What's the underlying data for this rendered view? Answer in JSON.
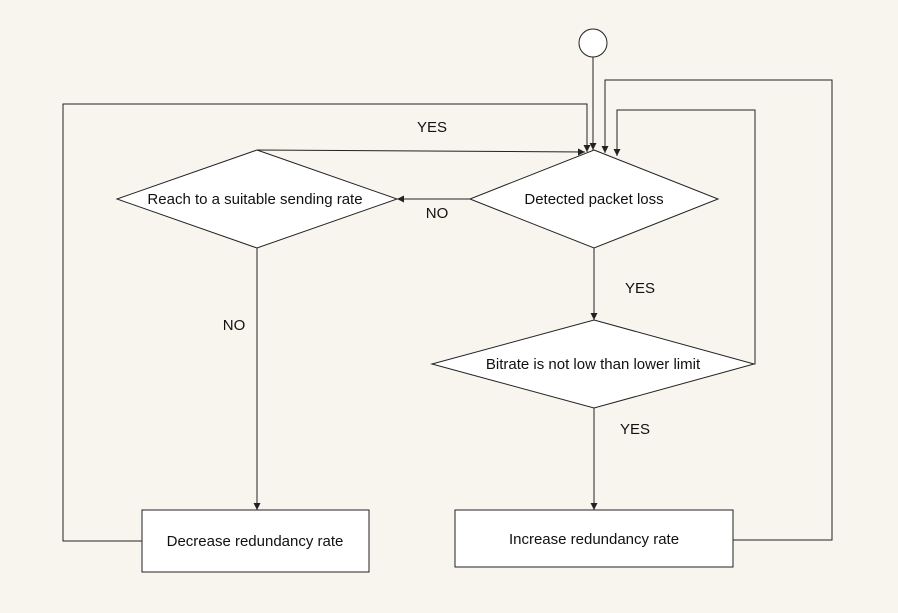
{
  "diagram": {
    "nodes": {
      "start": {
        "shape": "circle"
      },
      "detect": {
        "shape": "diamond",
        "label": "Detected packet loss"
      },
      "reach": {
        "shape": "diamond",
        "label": "Reach to a suitable sending rate"
      },
      "bitrate": {
        "shape": "diamond",
        "label": "Bitrate is not low than lower limit"
      },
      "decrease": {
        "shape": "rectangle",
        "label": "Decrease redundancy rate"
      },
      "increase": {
        "shape": "rectangle",
        "label": "Increase redundancy rate"
      }
    },
    "edges": {
      "start_to_detect": {
        "from": "start",
        "to": "detect",
        "label": ""
      },
      "detect_to_reach": {
        "from": "detect",
        "to": "reach",
        "label": "NO"
      },
      "reach_to_detect": {
        "from": "reach",
        "to": "detect",
        "label": "YES"
      },
      "reach_to_decrease": {
        "from": "reach",
        "to": "decrease",
        "label": "NO"
      },
      "detect_to_bitrate": {
        "from": "detect",
        "to": "bitrate",
        "label": "YES"
      },
      "bitrate_to_increase": {
        "from": "bitrate",
        "to": "increase",
        "label": "YES"
      },
      "bitrate_to_detect": {
        "from": "bitrate",
        "to": "detect",
        "label": ""
      },
      "decrease_to_detect": {
        "from": "decrease",
        "to": "detect",
        "label": ""
      },
      "increase_to_detect": {
        "from": "increase",
        "to": "detect",
        "label": ""
      }
    }
  }
}
